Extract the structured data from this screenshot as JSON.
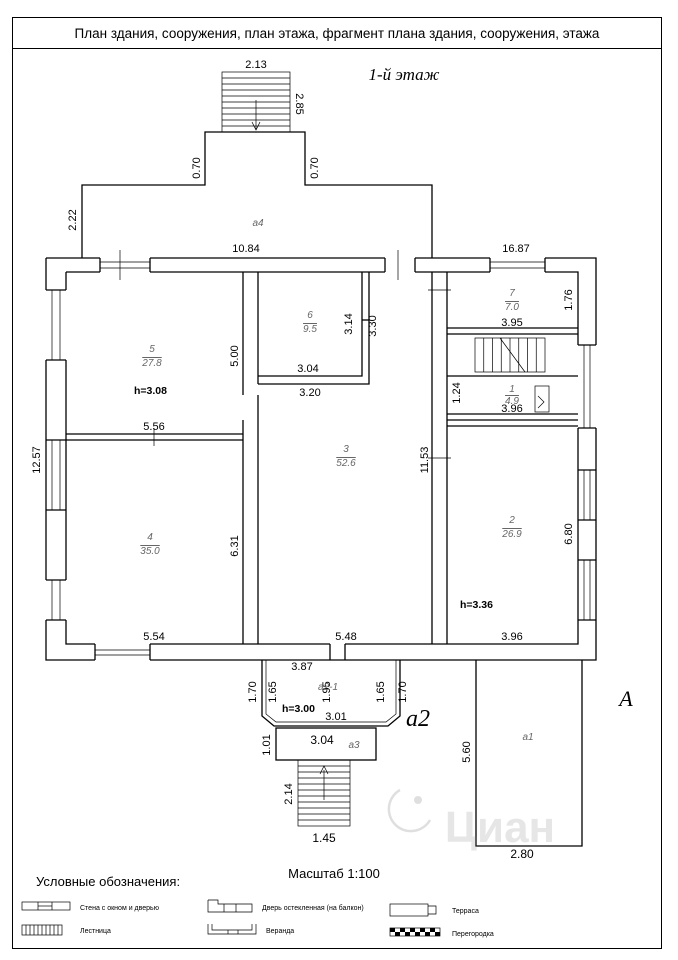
{
  "header": {
    "title": "План здания, сооружения, план этажа, фрагмент плана здания, сооружения, этажа"
  },
  "floor_label": "1-й этаж",
  "side_letter": "А",
  "letter_a2": "а2",
  "watermark": "Циан",
  "rooms": [
    {
      "num": "1",
      "area": "4.9"
    },
    {
      "num": "2",
      "area": "26.9"
    },
    {
      "num": "3",
      "area": "52.6"
    },
    {
      "num": "4",
      "area": "35.0"
    },
    {
      "num": "5",
      "area": "27.8"
    },
    {
      "num": "6",
      "area": "9.5"
    },
    {
      "num": "7",
      "area": "7.0"
    }
  ],
  "zones": {
    "a1": "а1",
    "a2_1": "а2-1",
    "a3": "а3",
    "a4": "а4"
  },
  "heights": {
    "h_308": "h=3.08",
    "h_336": "h=3.36",
    "h_300": "h=3.00"
  },
  "dimensions": {
    "d_213": "2.13",
    "d_285": "2.85",
    "d_070_left": "0.70",
    "d_070_right": "0.70",
    "d_222": "2.22",
    "d_1084": "10.84",
    "d_1687": "16.87",
    "d_176": "1.76",
    "d_395": "3.95",
    "d_314": "3.14",
    "d_330": "3.30",
    "d_304_room6": "3.04",
    "d_320": "3.20",
    "d_500": "5.00",
    "d_124": "1.24",
    "d_396_room1": "3.96",
    "d_556": "5.56",
    "d_1257": "12.57",
    "d_1153": "11.53",
    "d_680": "6.80",
    "d_631": "6.31",
    "d_554": "5.54",
    "d_548": "5.48",
    "d_396_room2": "3.96",
    "d_387": "3.87",
    "d_170_left": "1.70",
    "d_165_left": "1.65",
    "d_195": "1.95",
    "d_165_right": "1.65",
    "d_170_right": "1.70",
    "d_301": "3.01",
    "d_101": "1.01",
    "d_304_a3": "3.04",
    "d_560": "5.60",
    "d_214": "2.14",
    "d_145": "1.45",
    "d_280": "2.80"
  },
  "scale": "Масштаб 1:100",
  "legend": {
    "title": "Условные обозначения:",
    "items": [
      {
        "label": "Стена с окном и дверью"
      },
      {
        "label": "Дверь остекленная (на балкон)"
      },
      {
        "label": "Терраса"
      },
      {
        "label": "Лестница"
      },
      {
        "label": "Веранда"
      },
      {
        "label": "Перегородка"
      }
    ]
  }
}
